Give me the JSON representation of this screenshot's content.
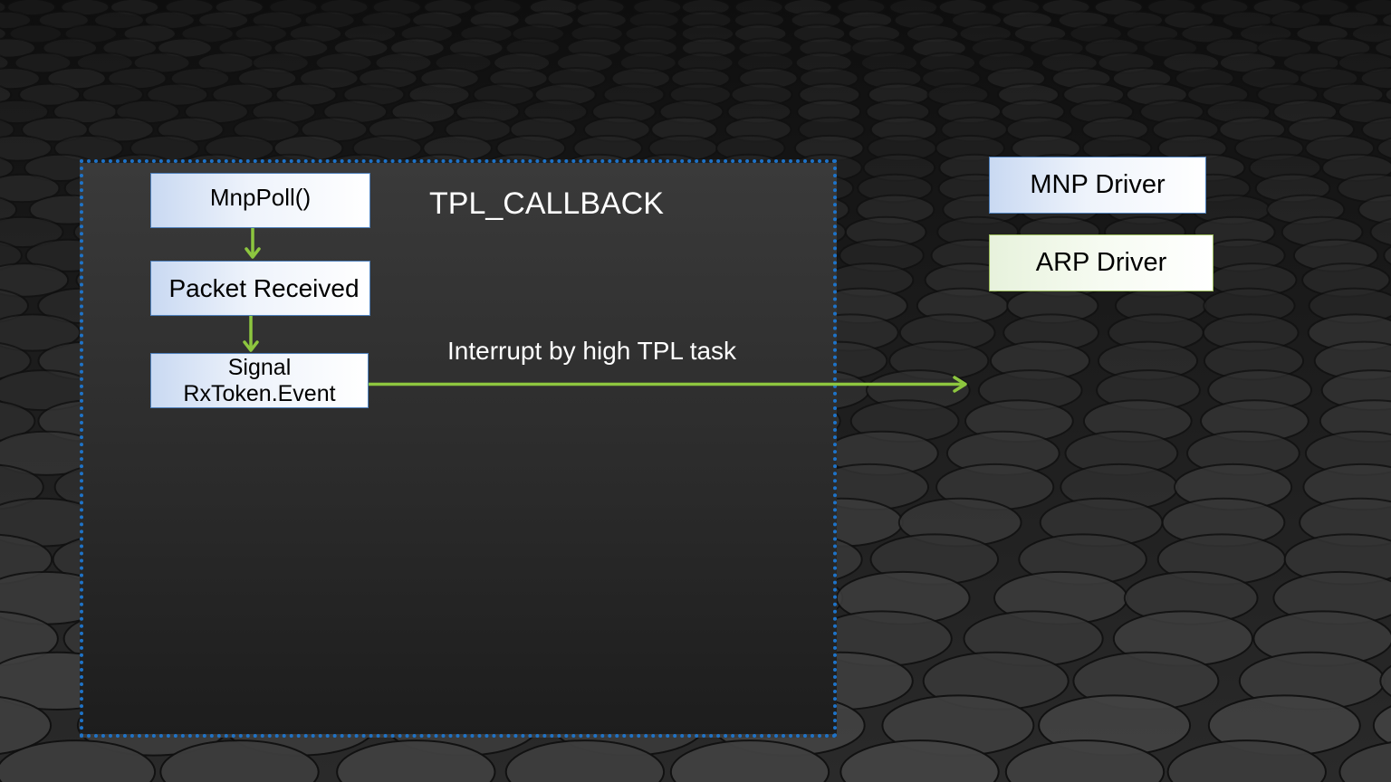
{
  "diagram": {
    "tpl_level_label": "TPL_CALLBACK",
    "steps": [
      {
        "label": "MnpPoll()"
      },
      {
        "label": "Packet Received"
      },
      {
        "label_line1": "Signal",
        "label_line2": "RxToken.Event"
      }
    ],
    "edge_label": "Interrupt by high TPL task",
    "drivers": [
      {
        "label": "MNP Driver"
      },
      {
        "label": "ARP Driver"
      }
    ]
  },
  "colors": {
    "frame_border": "#1e73c8",
    "arrow": "#8dc63f",
    "blue_box_border": "#4f81bd",
    "green_box_border": "#9bbb59",
    "text_light": "#ffffff",
    "text_dark": "#000000"
  }
}
